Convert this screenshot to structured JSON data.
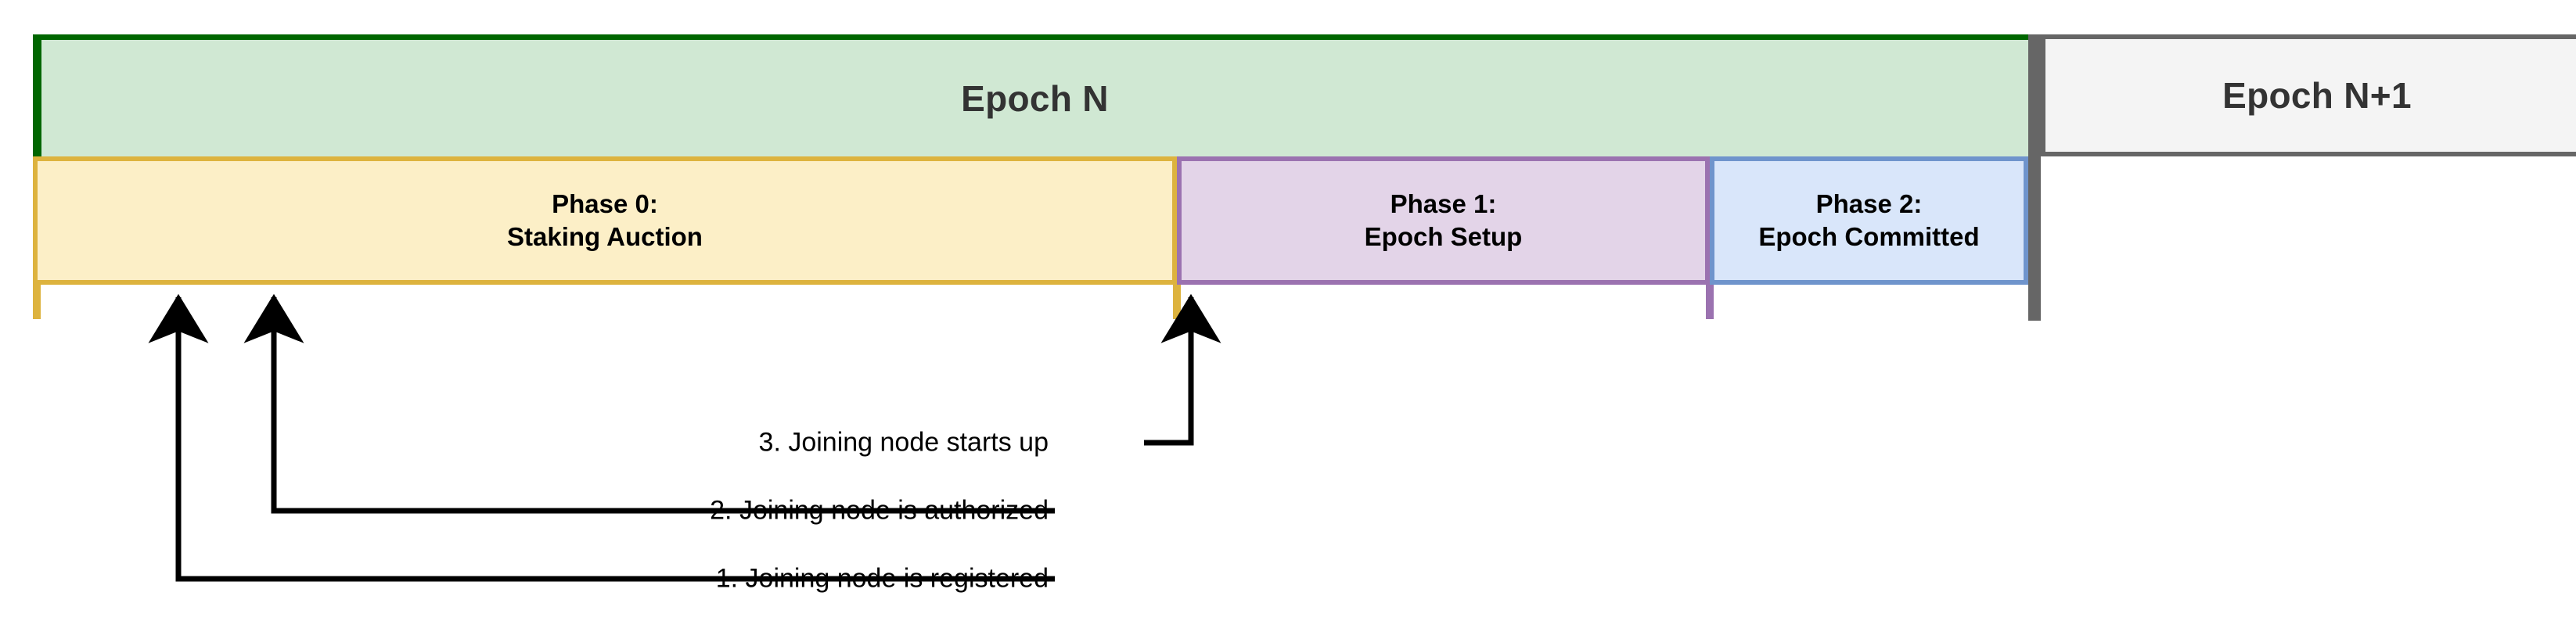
{
  "diagram": {
    "title": "Epoch phase timeline with joining node events",
    "epochs": [
      {
        "key": "epoch_n",
        "label": "Epoch N",
        "fill": "#d0e8d3",
        "stroke": "#006600"
      },
      {
        "key": "epoch_n1",
        "label": "Epoch N+1",
        "fill": "#f4f4f4",
        "stroke": "#666666"
      }
    ],
    "phases": [
      {
        "key": "phase_0",
        "line1": "Phase 0:",
        "line2": "Staking Auction",
        "fill": "#fcefc7",
        "stroke": "#ddb33e"
      },
      {
        "key": "phase_1",
        "line1": "Phase 1:",
        "line2": "Epoch Setup",
        "fill": "#e3d4e8",
        "stroke": "#9b72b0"
      },
      {
        "key": "phase_2",
        "line1": "Phase 2:",
        "line2": "Epoch Committed",
        "fill": "#d9e6fa",
        "stroke": "#6f94cc"
      }
    ],
    "annotations": [
      {
        "key": "event_1",
        "label": "1. Joining node is registered"
      },
      {
        "key": "event_2",
        "label": "2. Joining node is authorized"
      },
      {
        "key": "event_3",
        "label": "3. Joining node starts up"
      }
    ],
    "colors": {
      "arrow": "#000000",
      "divider": "#666666",
      "background": "#ffffff",
      "epoch_text": "#333333",
      "phase_text": "#000000"
    }
  }
}
